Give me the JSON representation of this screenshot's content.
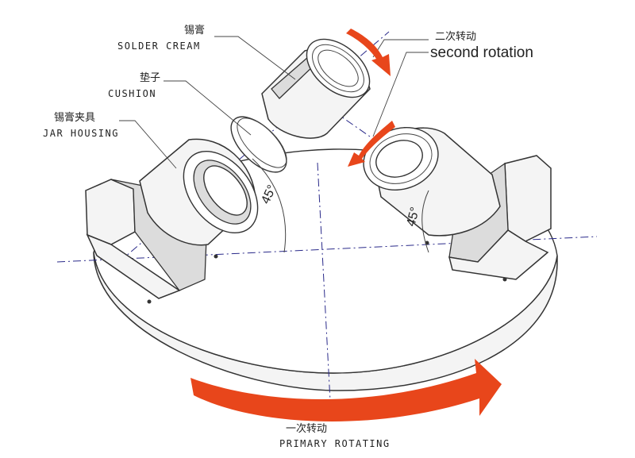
{
  "labels": {
    "solder_cream_cn": "锡膏",
    "solder_cream_en": "SOLDER CREAM",
    "cushion_cn": "垫子",
    "cushion_en": "CUSHION",
    "jar_housing_cn": "锡膏夹具",
    "jar_housing_en": "JAR HOUSING",
    "second_rotation_cn": "二次转动",
    "second_rotation_en": "second rotation",
    "primary_rotating_cn": "一次转动",
    "primary_rotating_en": "PRIMARY ROTATING",
    "angle_left": "45°",
    "angle_right": "45°"
  },
  "colors": {
    "arrow": "#e8461b",
    "axis": "#2a2a8a",
    "ink": "#333333"
  },
  "icons": {
    "primary_arrow": "curved-arrow-right",
    "second_arrow": "curved-arrow-down"
  }
}
